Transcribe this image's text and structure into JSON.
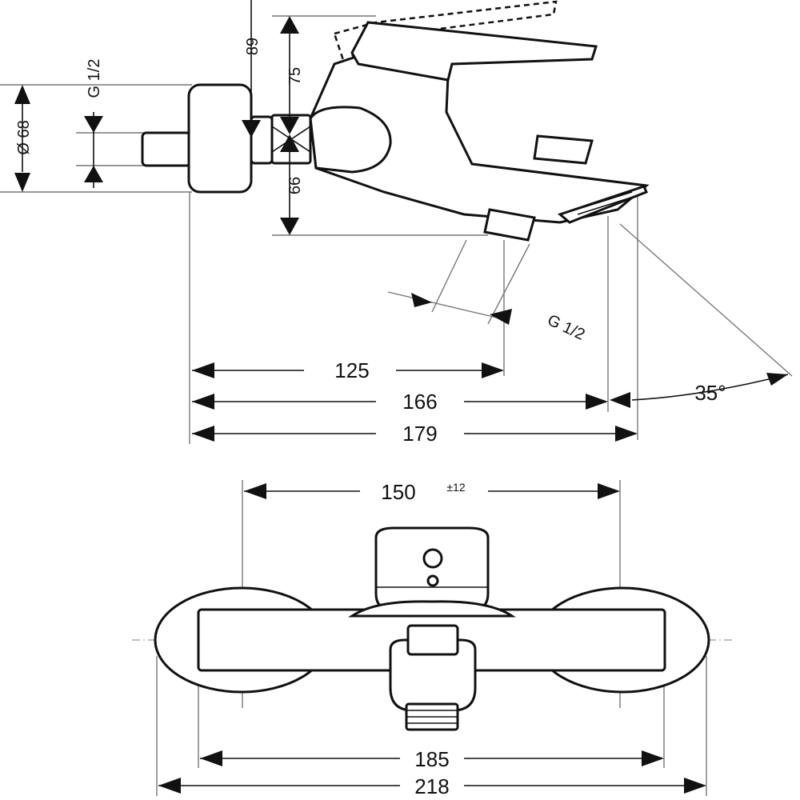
{
  "side_view": {
    "dims": {
      "d125": "125",
      "d166": "166",
      "d179": "179",
      "angle": "35°",
      "thread_spout": "G 1/2",
      "thread_wall": "G 1/2",
      "diameter": "Ø 68",
      "h89": "89",
      "h75": "75",
      "h66": "66"
    }
  },
  "front_view": {
    "dims": {
      "d150": "150",
      "tolerance": "±12",
      "d185": "185",
      "d218": "218"
    }
  }
}
